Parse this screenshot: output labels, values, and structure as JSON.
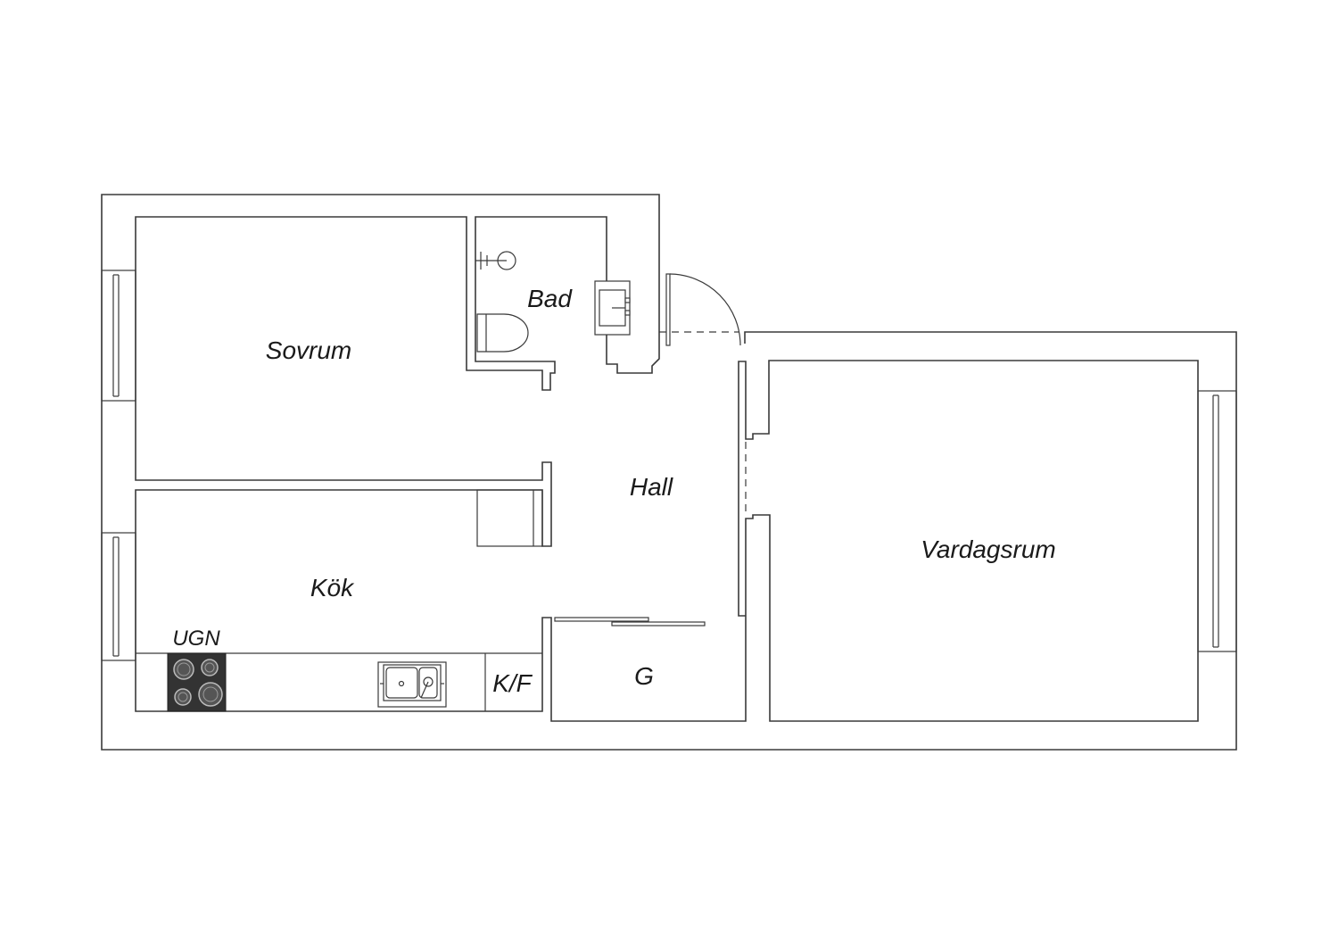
{
  "rooms": {
    "sovrum": "Sovrum",
    "bad": "Bad",
    "hall": "Hall",
    "kok": "Kök",
    "vardagsrum": "Vardagsrum",
    "garderob": "G",
    "kylfrys": "K/F"
  },
  "appliances": {
    "ugn": "UGN"
  },
  "colors": {
    "wall": "#3a3a3a",
    "stove": "#333333",
    "background": "#ffffff"
  }
}
